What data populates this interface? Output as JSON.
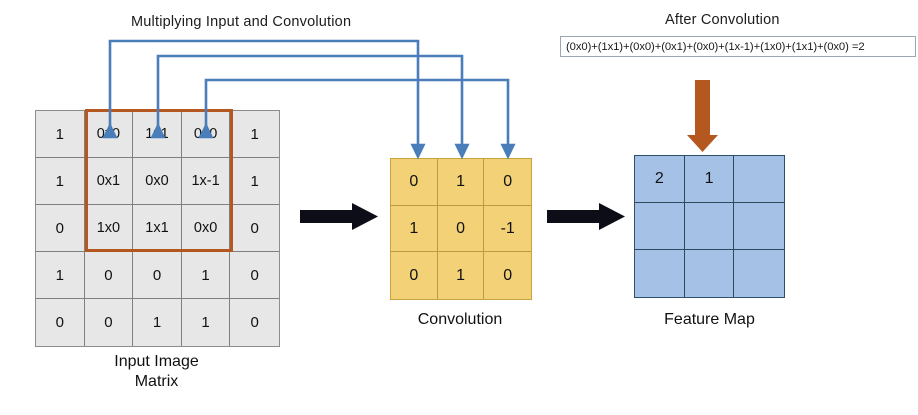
{
  "headings": {
    "left_title": "Multiplying Input and Convolution",
    "right_title": "After Convolution"
  },
  "equation": {
    "text": "(0x0)+(1x1)+(0x0)+(0x1)+(0x0)+(1x-1)+(1x0)+(1x1)+(0x0) =2"
  },
  "input_matrix": {
    "caption_line1": "Input Image",
    "caption_line2": "Matrix",
    "rows": [
      [
        "1",
        "0x0",
        "1x1",
        "0x0",
        "1"
      ],
      [
        "1",
        "0x1",
        "0x0",
        "1x-1",
        "1"
      ],
      [
        "0",
        "1x0",
        "1x1",
        "0x0",
        "0"
      ],
      [
        "1",
        "0",
        "0",
        "1",
        "0"
      ],
      [
        "0",
        "0",
        "1",
        "1",
        "0"
      ]
    ],
    "highlight_color": "#b5581f",
    "cell_color": "#e7e7e7"
  },
  "convolution_matrix": {
    "caption": "Convolution",
    "rows": [
      [
        "0",
        "1",
        "0"
      ],
      [
        "1",
        "0",
        "-1"
      ],
      [
        "0",
        "1",
        "0"
      ]
    ],
    "cell_color": "#f3d177"
  },
  "feature_map": {
    "caption": "Feature Map",
    "rows": [
      [
        "2",
        "1",
        ""
      ],
      [
        "",
        "",
        ""
      ],
      [
        "",
        "",
        ""
      ]
    ],
    "cell_color": "#a6c1e6"
  },
  "arrows": {
    "connector_color": "#4a7ebb",
    "flow_color": "#0d0d17",
    "result_color": "#b5581f",
    "connector_count": 3,
    "flow_count": 2
  }
}
